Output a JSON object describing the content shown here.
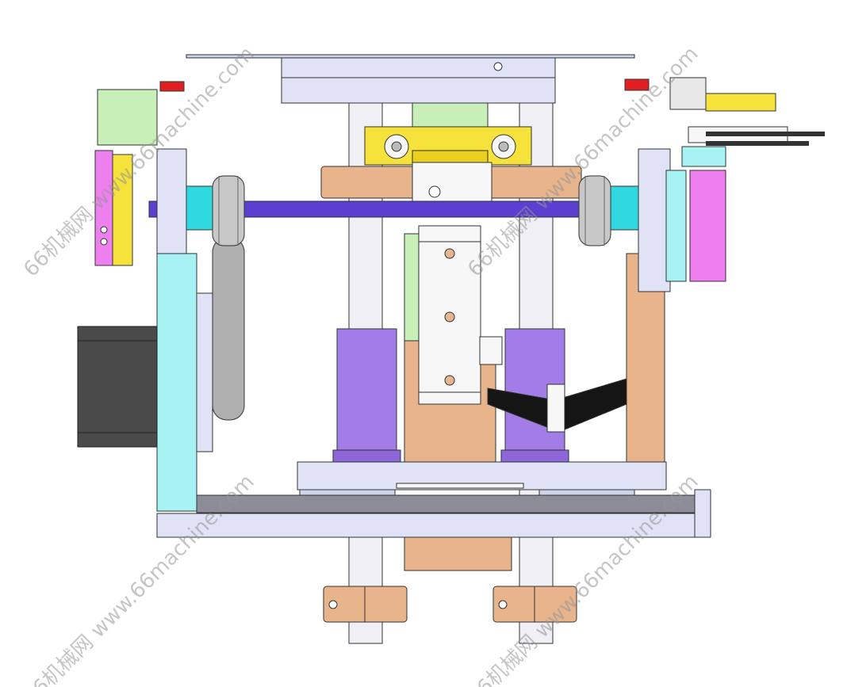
{
  "drawing": {
    "subject": "mechanical assembly CAD rendering",
    "colors": {
      "background": "#ffffff",
      "outline": "#333333",
      "frame_light": "#dfe3f5",
      "frame_plate": "#eceef9",
      "cyan_part": "#a7f3f3",
      "cyan_bright": "#30d8e0",
      "purple_cylinder": "#a27de8",
      "purple_shaft": "#5a3fd0",
      "copper": "#e8b48c",
      "yellow": "#f5e23a",
      "light_green": "#c9efb8",
      "pink": "#ee7fee",
      "red": "#e02020",
      "motor_dark": "#4a4a4a",
      "pulley_gray": "#b0b0b0",
      "white_block": "#f7f7f7",
      "black_bracket": "#151515"
    },
    "components": [
      "top-plate",
      "guide-rods",
      "center-yellow-clamp-block",
      "purple-drive-shaft",
      "left-pulley",
      "right-pulley",
      "left-cyan-support",
      "right-cyan-support",
      "stepper-motor",
      "timing-belt",
      "twin-purple-cylinders",
      "center-slide-unit",
      "bottom-guide-rail",
      "bottom-copper-clamps",
      "right-yellow-actuator",
      "left-pink-bracket"
    ]
  },
  "watermark": {
    "text": "66机械网 www.66machine.com"
  }
}
